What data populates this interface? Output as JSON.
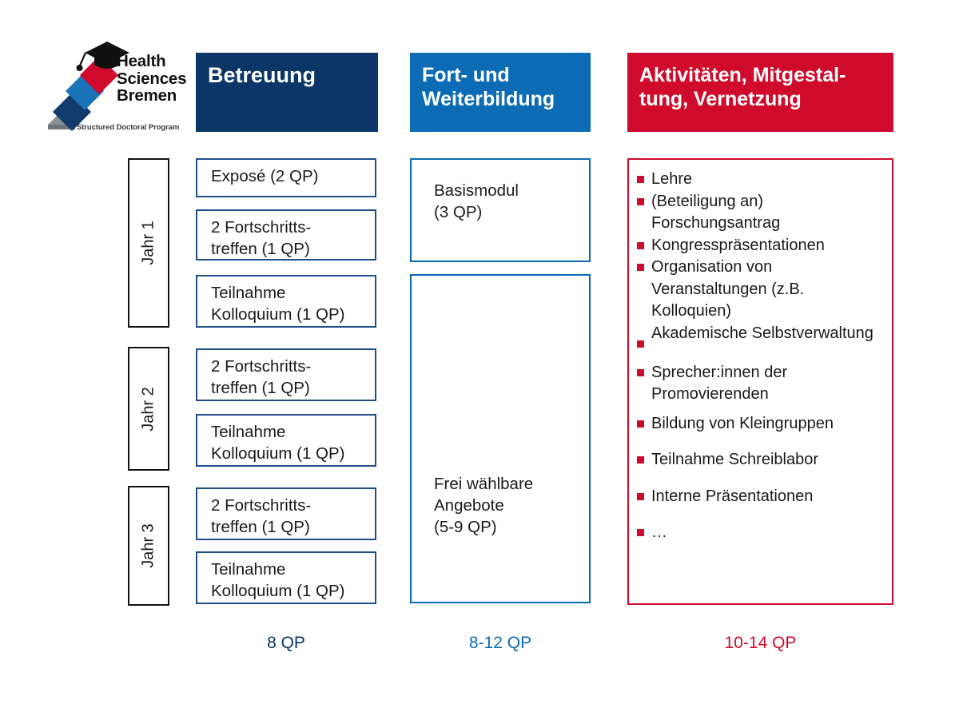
{
  "logo": {
    "line1": "Health",
    "line2": "Sciences",
    "line3": "Bremen",
    "tagline": "Structured Doctoral Program",
    "icon_name": "graduation-cap-pencil-logo"
  },
  "colors": {
    "navy": "#0C3568",
    "blue": "#0B6CB5",
    "red": "#D00A2D",
    "box_border_blue": "#1F4E8C",
    "black": "#111111",
    "gray": "#8C9196"
  },
  "columns": [
    {
      "id": "betreuung",
      "header": "Betreuung",
      "header_color": "#0C3568",
      "total": "8 QP"
    },
    {
      "id": "fort-und-weiterbildung",
      "header": "Fort- und Weiterbildung",
      "header_line1": "Fort- und",
      "header_line2": "Weiterbildung",
      "header_color": "#0B6CB5",
      "total": "8-12 QP"
    },
    {
      "id": "aktivitaeten",
      "header": "Aktivitäten, Mitgestaltung, Vernetzung",
      "header_line1": "Aktivitäten, Mitgestal-",
      "header_line2": "tung, Vernetzung",
      "header_color": "#D00A2D",
      "total": "10-14 QP"
    }
  ],
  "years": [
    {
      "label": "Jahr 1"
    },
    {
      "label": "Jahr 2"
    },
    {
      "label": "Jahr 3"
    }
  ],
  "betreuung_items": [
    {
      "line1": "Exposé (2 QP)",
      "line2": ""
    },
    {
      "line1": "2 Fortschritts-",
      "line2": "treffen (1 QP)"
    },
    {
      "line1": "Teilnahme",
      "line2": "Kolloquium (1 QP)"
    },
    {
      "line1": "2 Fortschritts-",
      "line2": "treffen (1 QP)"
    },
    {
      "line1": "Teilnahme",
      "line2": "Kolloquium (1 QP)"
    },
    {
      "line1": "2 Fortschritts-",
      "line2": "treffen (1 QP)"
    },
    {
      "line1": "Teilnahme",
      "line2": "Kolloquium (1 QP)"
    }
  ],
  "weiterbildung_items": [
    {
      "line1": "Basismodul",
      "line2": "(3 QP)",
      "line3": ""
    },
    {
      "line1": "Frei wählbare",
      "line2": "Angebote",
      "line3": "(5-9 QP)"
    }
  ],
  "aktivitaeten_items": [
    {
      "text": "Lehre"
    },
    {
      "text": "(Beteiligung an) Forschungsantrag"
    },
    {
      "text": "Kongresspräsentationen"
    },
    {
      "text": "Organisation von Veranstaltungen (z.B. Kolloquien)"
    },
    {
      "text": "Akademische Selbstverwaltung"
    },
    {
      "text": "Sprecher:innen der Promovierenden"
    },
    {
      "text": "Bildung von Kleingruppen"
    },
    {
      "text": "Teilnahme Schreiblabor"
    },
    {
      "text": "Interne Präsentationen"
    },
    {
      "text": "…"
    }
  ]
}
